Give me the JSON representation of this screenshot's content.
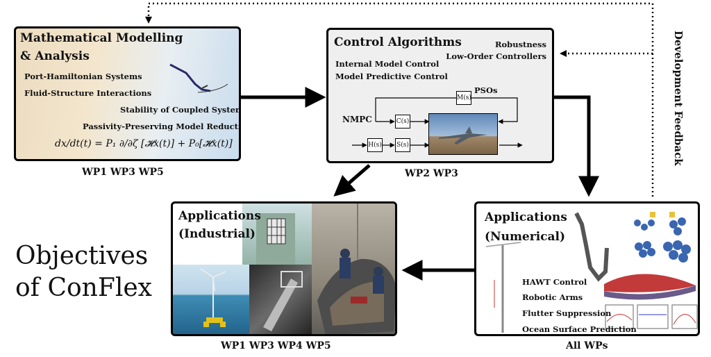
{
  "objectives": {
    "line1": "Objectives",
    "line2": "of ConFlex"
  },
  "feedback": {
    "label": "Development Feedback"
  },
  "modelling": {
    "title_line1": "Mathematical Modelling",
    "title_line2": "& Analysis",
    "items": [
      "Port-Hamiltonian Systems",
      "Fluid-Structure Interactions",
      "Stability of Coupled Systems",
      "Passivity-Preserving Model Reduction"
    ],
    "equation": "dx/dt(t) = P₁ ∂/∂ζ [𝓗x(t)] + P₀[𝓗x(t)]",
    "wps": "WP1  WP3  WP5"
  },
  "control": {
    "title": "Control Algorithms",
    "left_items": [
      "Internal Model Control",
      "Model Predictive Control"
    ],
    "right_items": [
      "Robustness",
      "Low-Order Controllers"
    ],
    "pso_label": "PSOs",
    "nmpc_label": "NMPC",
    "blocks": {
      "m": "M(s)",
      "c": "C(s)",
      "h": "H(s)",
      "s": "S(s)"
    },
    "wps": "WP2  WP3"
  },
  "industrial": {
    "title_line1": "Applications",
    "title_line2": "(Industrial)",
    "wps": "WP1  WP3  WP4  WP5"
  },
  "numerical": {
    "title_line1": "Applications",
    "title_line2": "(Numerical)",
    "items": [
      "HAWT Control",
      "Robotic Arms",
      "Flutter Suppression",
      "Ocean Surface Prediction"
    ],
    "wps": "All WPs"
  }
}
